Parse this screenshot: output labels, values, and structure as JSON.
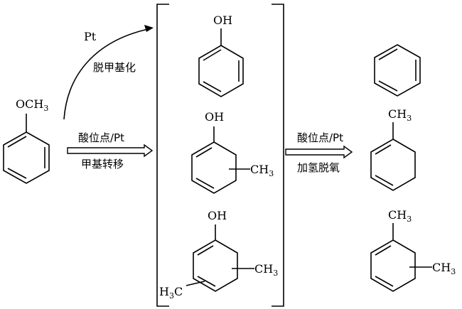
{
  "diagram": {
    "reactant": {
      "substituent": "OCH",
      "substituent_sub": "3"
    },
    "upper_arrow": {
      "catalyst": "Pt",
      "process": "脱甲基化"
    },
    "left_arrow": {
      "catalyst": "酸位点/Pt",
      "process": "甲基转移"
    },
    "right_arrow": {
      "catalyst": "酸位点/Pt",
      "process": "加氢脱氧"
    },
    "intermediates": [
      {
        "name": "phenol",
        "oh": "OH"
      },
      {
        "name": "methyl-cyclohexenol",
        "oh": "OH",
        "methyl": "CH",
        "methyl_sub": "3"
      },
      {
        "name": "dimethyl-cyclohexenol",
        "oh": "OH",
        "methyl_right": "CH",
        "methyl_right_sub": "3",
        "methyl_left": "H",
        "methyl_left_sub": "3",
        "methyl_left_tail": "C"
      }
    ],
    "products": [
      {
        "name": "benzene"
      },
      {
        "name": "methylcyclohexadiene",
        "methyl": "CH",
        "methyl_sub": "3"
      },
      {
        "name": "dimethylcyclohexadiene",
        "methyl_top": "CH",
        "methyl_top_sub": "3",
        "methyl_right": "CH",
        "methyl_right_sub": "3"
      }
    ]
  }
}
